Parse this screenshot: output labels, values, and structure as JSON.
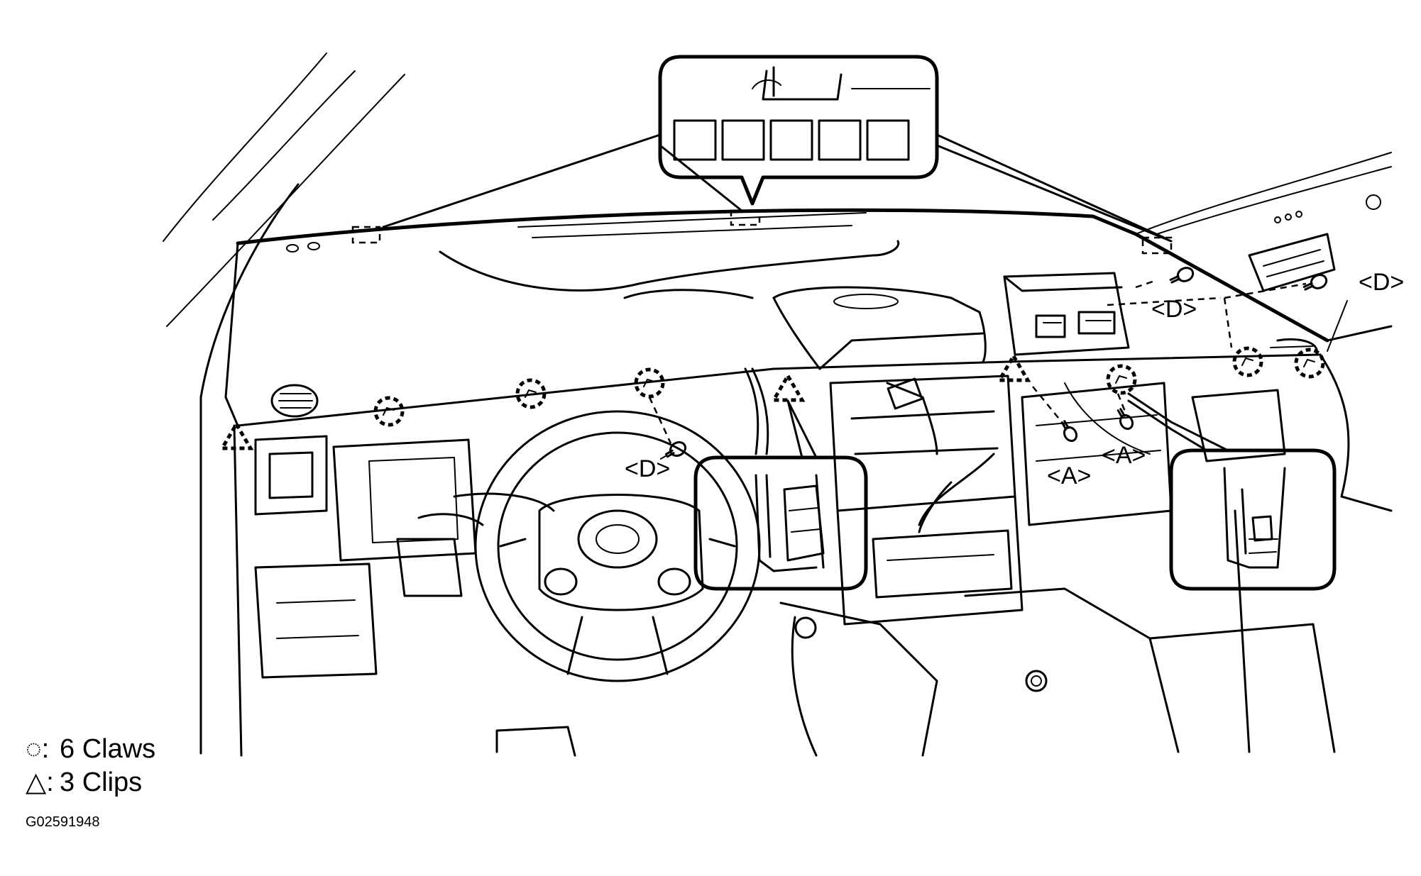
{
  "callouts": {
    "d_left": "<D>",
    "d_mid": "<D>",
    "d_right": "<D>",
    "a_left": "<A>",
    "a_right": "<A>"
  },
  "legend": {
    "claws_symbol": "◌:",
    "claws": "6 Claws",
    "clips_symbol": "△:",
    "clips": "3 Clips"
  },
  "figure_code": "G02591948"
}
